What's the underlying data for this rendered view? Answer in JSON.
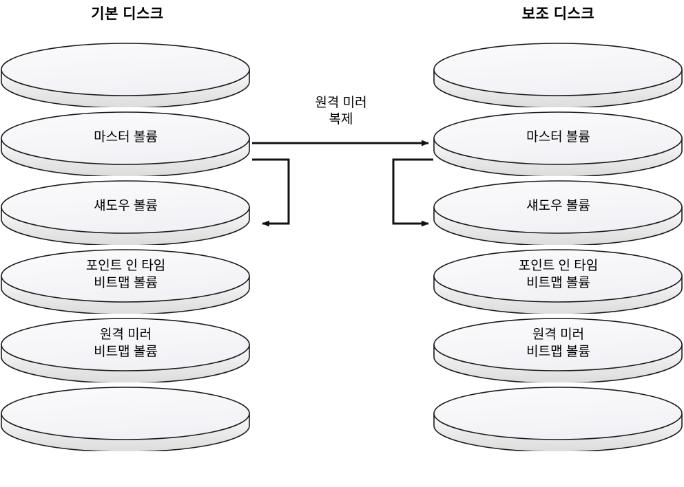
{
  "diagram": {
    "title_primary": "기본 디스크",
    "title_secondary": "보조 디스크",
    "replication_label": "원격 미러\n복제",
    "colors": {
      "disk_top": "#f7f7fa",
      "disk_side": "#e9e9e9",
      "outline": "#1a1a1a",
      "arrow": "#111111",
      "background": "#ffffff"
    }
  },
  "primary_disk": {
    "name": "기본 디스크",
    "platters": [
      {
        "index": 0,
        "label": ""
      },
      {
        "index": 1,
        "label": "마스터 볼륨"
      },
      {
        "index": 2,
        "label": "섀도우 볼륨"
      },
      {
        "index": 3,
        "label": "포인트 인 타임\n비트맵 볼륨"
      },
      {
        "index": 4,
        "label": "원격 미러\n비트맵 볼륨"
      },
      {
        "index": 5,
        "label": ""
      }
    ]
  },
  "secondary_disk": {
    "name": "보조 디스크",
    "platters": [
      {
        "index": 0,
        "label": ""
      },
      {
        "index": 1,
        "label": "마스터 볼륨"
      },
      {
        "index": 2,
        "label": "섀도우 볼륨"
      },
      {
        "index": 3,
        "label": "포인트 인 타임\n비트맵 볼륨"
      },
      {
        "index": 4,
        "label": "원격 미러\n비트맵 볼륨"
      },
      {
        "index": 5,
        "label": ""
      }
    ]
  },
  "connectors": [
    {
      "id": "remote-mirror-replication",
      "label": "원격 미러\n복제",
      "from": "기본 디스크 / 마스터 볼륨",
      "to": "보조 디스크 / 마스터 볼륨",
      "direction": "left-to-right"
    },
    {
      "id": "primary-master-to-shadow",
      "label": "",
      "from": "기본 디스크 / 마스터 볼륨",
      "to": "기본 디스크 / 섀도우 볼륨",
      "direction": "loop-right"
    },
    {
      "id": "secondary-master-to-shadow",
      "label": "",
      "from": "보조 디스크 / 마스터 볼륨",
      "to": "보조 디스크 / 섀도우 볼륨",
      "direction": "loop-left"
    }
  ]
}
